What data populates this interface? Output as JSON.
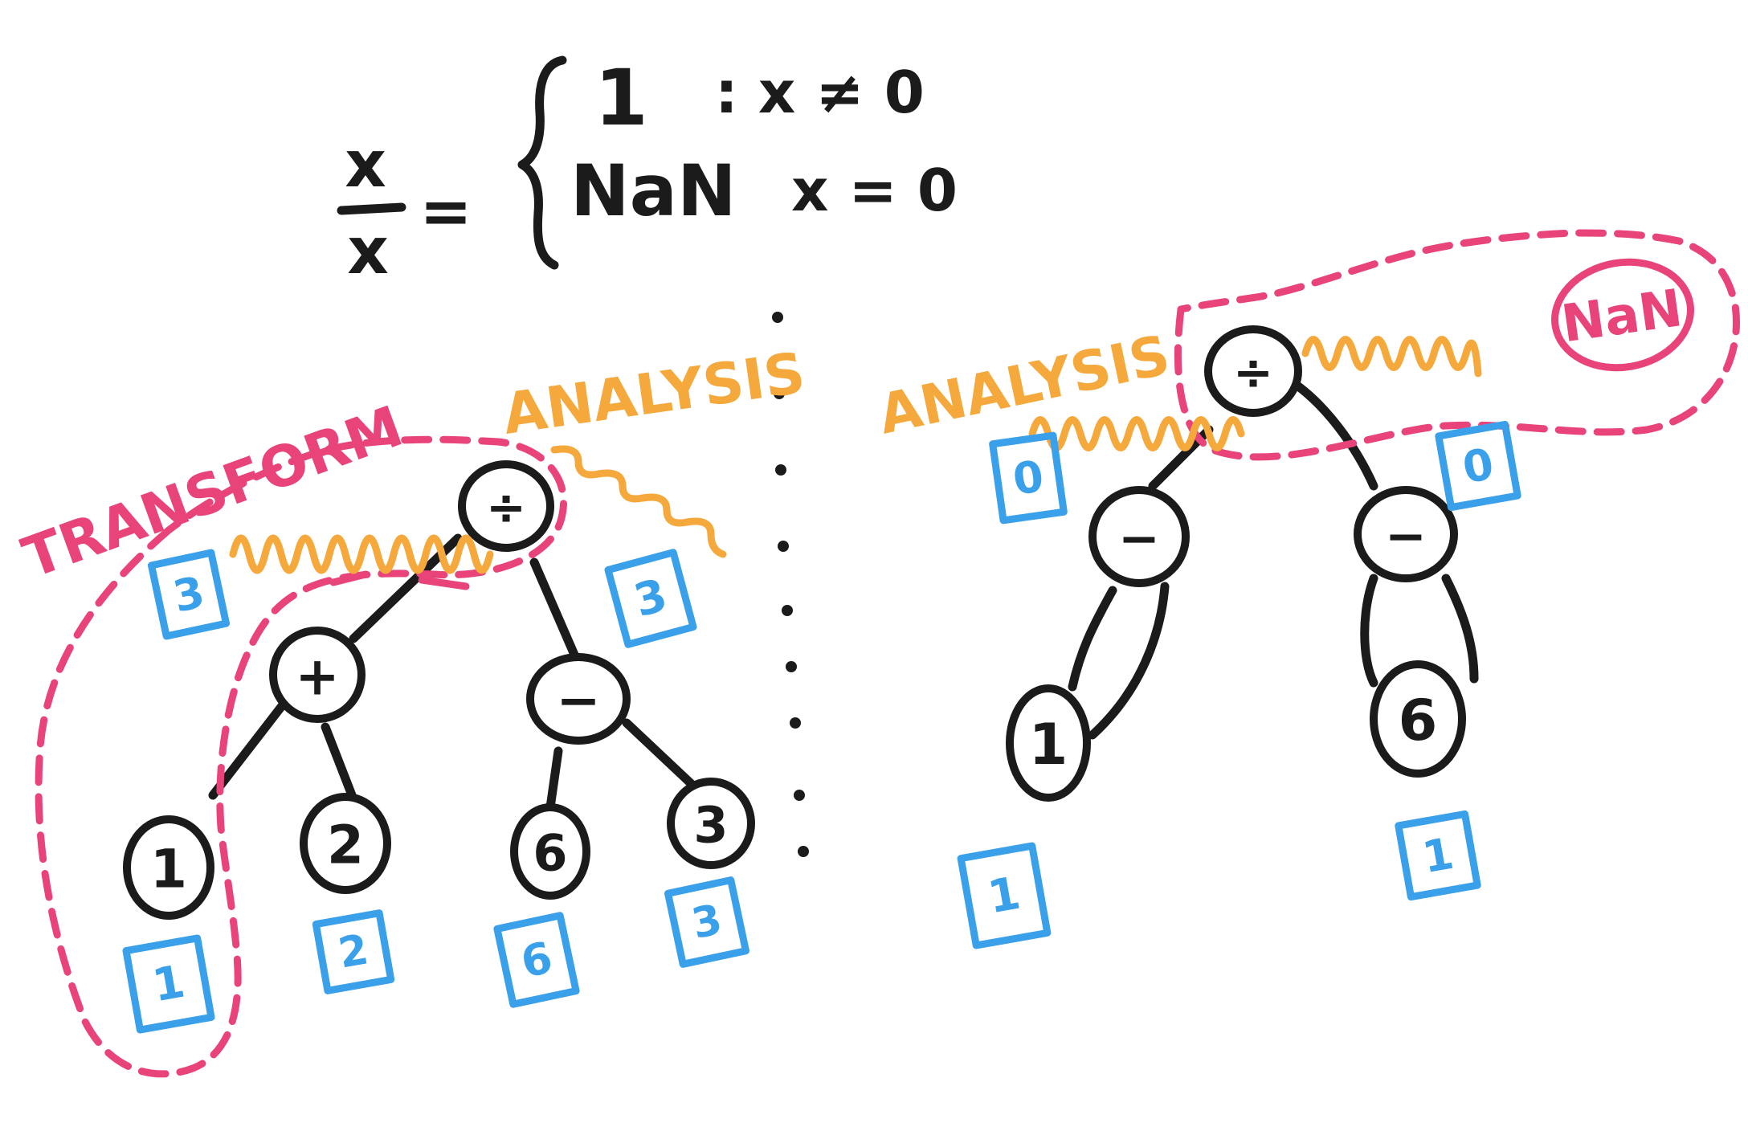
{
  "formula": {
    "lhs_numerator": "x",
    "lhs_denominator": "x",
    "equals": "=",
    "case1_value": "1",
    "case1_condition": ": x ≠ 0",
    "case2_value": "NaN",
    "case2_condition": "x = 0"
  },
  "left": {
    "transform_label": "TRANSFORM",
    "analysis_label": "ANALYSIS",
    "nodes": {
      "root": "÷",
      "plus": "+",
      "minus": "−",
      "n1": "1",
      "n2": "2",
      "n6": "6",
      "n3": "3"
    },
    "annotations": {
      "root_left": "3",
      "root_right": "3",
      "n1": "1",
      "n2": "2",
      "n6": "6",
      "n3": "3"
    }
  },
  "right": {
    "analysis_label": "ANALYSIS",
    "nan_label": "NaN",
    "nodes": {
      "root": "÷",
      "left_minus": "−",
      "right_minus": "−",
      "n1": "1",
      "n6": "6"
    },
    "annotations": {
      "root_left": "0",
      "root_right": "0",
      "n1": "1",
      "n6": "1"
    }
  },
  "colors": {
    "ink": "#1b1b1b",
    "transform": "#e8447a",
    "analysis": "#f5a93c",
    "annotation": "#3aa0ea"
  }
}
